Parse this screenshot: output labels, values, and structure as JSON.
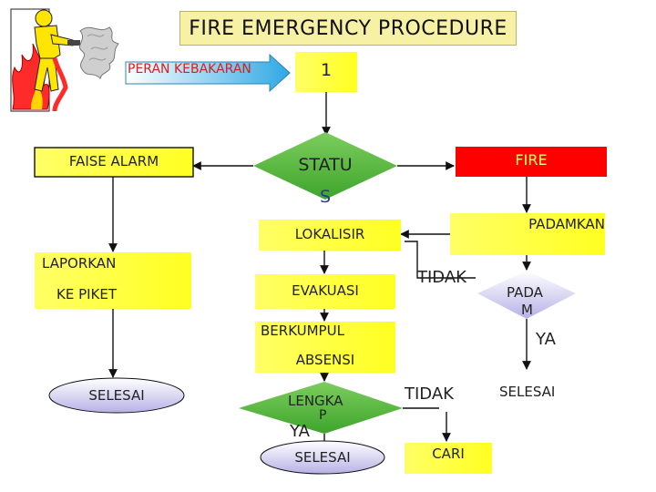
{
  "title": "FIRE EMERGENCY PROCEDURE",
  "colors": {
    "yellow": "#ffff33",
    "green": "#4cb038",
    "red": "#ff0000",
    "lavender": "#c9c4ea",
    "arrow_blue": "#53b8e8"
  },
  "nodes": {
    "peran": "PERAN KEBAKARAN",
    "step1": "1",
    "false_alarm": "FAISE ALARM",
    "status_line1": "STATU",
    "status_line2": "S",
    "fire": "FIRE",
    "lokalisir": "LOKALISIR",
    "padamkan": "PADAMKAN",
    "laporkan_line1": "LAPORKAN",
    "laporkan_line2": "KE PIKET",
    "evakuasi": "EVAKUASI",
    "tidak_1": "TIDAK",
    "padam_line1": "PADA",
    "padam_line2": "M",
    "berkumpul_line1": "BERKUMPUL",
    "berkumpul_line2": "ABSENSI",
    "ya_1": "YA",
    "selesai_left": "SELESAI",
    "lengkap_line1": "LENGKA",
    "lengkap_line2": "P",
    "tidak_2": "TIDAK",
    "selesai_right": "SELESAI",
    "ya_2": "YA",
    "cari": "CARI",
    "selesai_bottom": "SELESAI"
  },
  "icons": {
    "illustration": "firefighter-extinguisher-icon"
  }
}
